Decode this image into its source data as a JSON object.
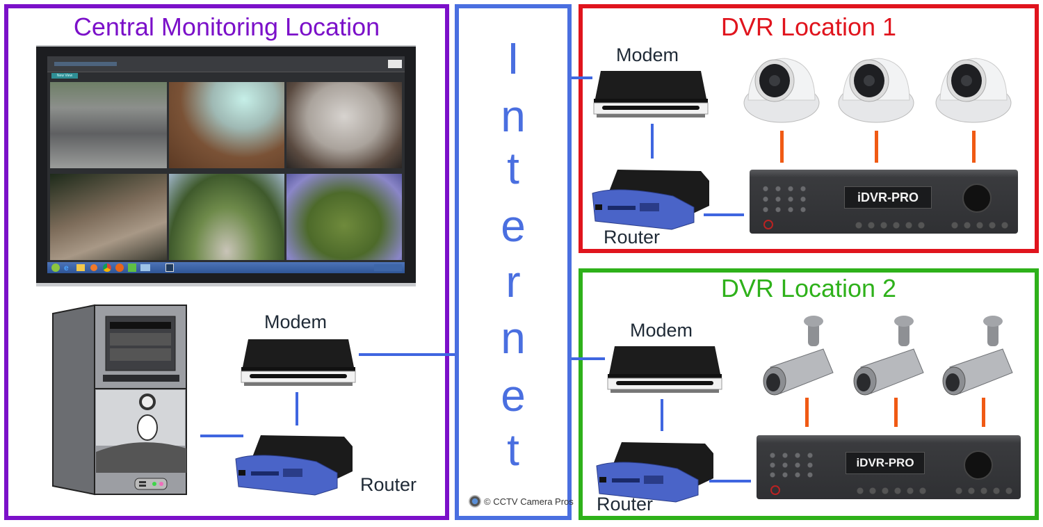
{
  "colors": {
    "central": "#7b10c9",
    "internet": "#4a6fe0",
    "loc1": "#e0141d",
    "loc2": "#2eb11a",
    "wire_network": "#3f66e0",
    "wire_camera": "#f05a14",
    "label_text": "#1f2a36"
  },
  "central": {
    "title": "Central Monitoring Location",
    "monitor": {
      "app_tab": "New View",
      "taskbar_icons": [
        "start",
        "ie",
        "explorer",
        "media",
        "chrome",
        "firefox",
        "app",
        "network",
        "app2",
        "dvr"
      ]
    },
    "modem_label": "Modem",
    "router_label": "Router"
  },
  "internet": {
    "letters": [
      "I",
      "n",
      "t",
      "e",
      "r",
      "n",
      "e",
      "t"
    ],
    "copyright": "© CCTV Camera Pros"
  },
  "loc1": {
    "title": "DVR Location 1",
    "modem_label": "Modem",
    "router_label": "Router",
    "camera_type": "dome",
    "camera_count": 3,
    "dvr_brand": "iDVR-PRO"
  },
  "loc2": {
    "title": "DVR Location 2",
    "modem_label": "Modem",
    "router_label": "Router",
    "camera_type": "bullet",
    "camera_count": 3,
    "dvr_brand": "iDVR-PRO"
  }
}
